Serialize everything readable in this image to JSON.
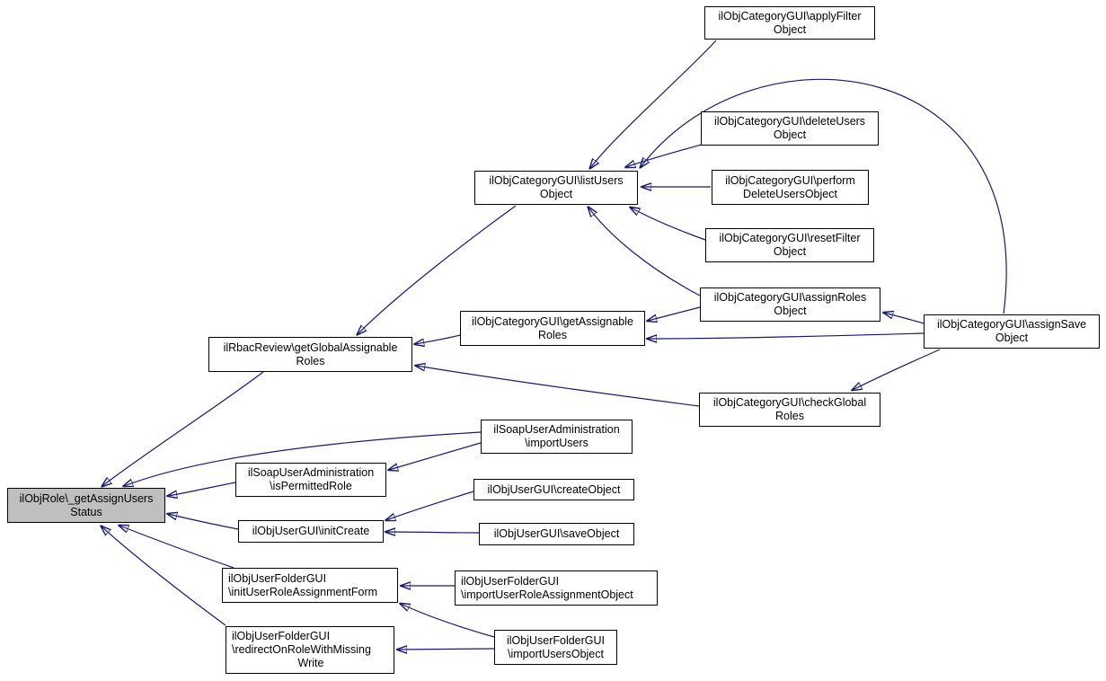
{
  "diagram": {
    "type": "call-graph",
    "background_color": "#ffffff",
    "edge_color": "#191970",
    "node_fill": "#ffffff",
    "node_border_color": "#000000",
    "focus_node_fill": "#bfbfbf"
  },
  "nodes": {
    "main": {
      "line1": "ilObjRole\\_getAssignUsers",
      "line2": "Status"
    },
    "applyFilter": {
      "line1": "ilObjCategoryGUI\\applyFilter",
      "line2": "Object"
    },
    "listUsers": {
      "line1": "ilObjCategoryGUI\\listUsers",
      "line2": "Object"
    },
    "deleteUsers": {
      "line1": "ilObjCategoryGUI\\deleteUsers",
      "line2": "Object"
    },
    "performDelete": {
      "line1": "ilObjCategoryGUI\\perform",
      "line2": "DeleteUsersObject"
    },
    "resetFilter": {
      "line1": "ilObjCategoryGUI\\resetFilter",
      "line2": "Object"
    },
    "assignRoles": {
      "line1": "ilObjCategoryGUI\\assignRoles",
      "line2": "Object"
    },
    "getAssignable": {
      "line1": "ilObjCategoryGUI\\getAssignable",
      "line2": "Roles"
    },
    "rbacReview": {
      "line1": "ilRbacReview\\getGlobalAssignable",
      "line2": "Roles"
    },
    "assignSave": {
      "line1": "ilObjCategoryGUI\\assignSave",
      "line2": "Object"
    },
    "checkGlobal": {
      "line1": "ilObjCategoryGUI\\checkGlobal",
      "line2": "Roles"
    },
    "soapImport": {
      "line1": "ilSoapUserAdministration",
      "line2": "\\importUsers"
    },
    "soapPermitted": {
      "line1": "ilSoapUserAdministration",
      "line2": "\\isPermittedRole"
    },
    "createObject": {
      "line1": "ilObjUserGUI\\createObject"
    },
    "initCreate": {
      "line1": "ilObjUserGUI\\initCreate"
    },
    "saveObject": {
      "line1": "ilObjUserGUI\\saveObject"
    },
    "initUserRole": {
      "line1": "ilObjUserFolderGUI",
      "line2": "\\initUserRoleAssignmentForm"
    },
    "importUserRole": {
      "line1": "ilObjUserFolderGUI",
      "line2": "\\importUserRoleAssignmentObject"
    },
    "redirectOnRole": {
      "line1": "ilObjUserFolderGUI",
      "line2": "\\redirectOnRoleWithMissing",
      "line3": "Write"
    },
    "importUsersObject": {
      "line1": "ilObjUserFolderGUI",
      "line2": "\\importUsersObject"
    }
  },
  "edges": [
    {
      "from": "applyFilter",
      "to": "listUsers"
    },
    {
      "from": "deleteUsers",
      "to": "listUsers"
    },
    {
      "from": "performDelete",
      "to": "listUsers"
    },
    {
      "from": "resetFilter",
      "to": "listUsers"
    },
    {
      "from": "assignRoles",
      "to": "listUsers"
    },
    {
      "from": "assignSave",
      "to": "listUsers"
    },
    {
      "from": "listUsers",
      "to": "rbacReview"
    },
    {
      "from": "getAssignable",
      "to": "rbacReview"
    },
    {
      "from": "assignRoles",
      "to": "getAssignable"
    },
    {
      "from": "assignSave",
      "to": "getAssignable"
    },
    {
      "from": "assignSave",
      "to": "assignRoles"
    },
    {
      "from": "assignSave",
      "to": "checkGlobal"
    },
    {
      "from": "checkGlobal",
      "to": "rbacReview"
    },
    {
      "from": "rbacReview",
      "to": "main"
    },
    {
      "from": "soapImport",
      "to": "main"
    },
    {
      "from": "soapImport",
      "to": "soapPermitted"
    },
    {
      "from": "soapPermitted",
      "to": "main"
    },
    {
      "from": "createObject",
      "to": "initCreate"
    },
    {
      "from": "saveObject",
      "to": "initCreate"
    },
    {
      "from": "initCreate",
      "to": "main"
    },
    {
      "from": "importUserRole",
      "to": "initUserRole"
    },
    {
      "from": "importUsersObject",
      "to": "initUserRole"
    },
    {
      "from": "initUserRole",
      "to": "main"
    },
    {
      "from": "importUsersObject",
      "to": "redirectOnRole"
    },
    {
      "from": "redirectOnRole",
      "to": "main"
    }
  ]
}
